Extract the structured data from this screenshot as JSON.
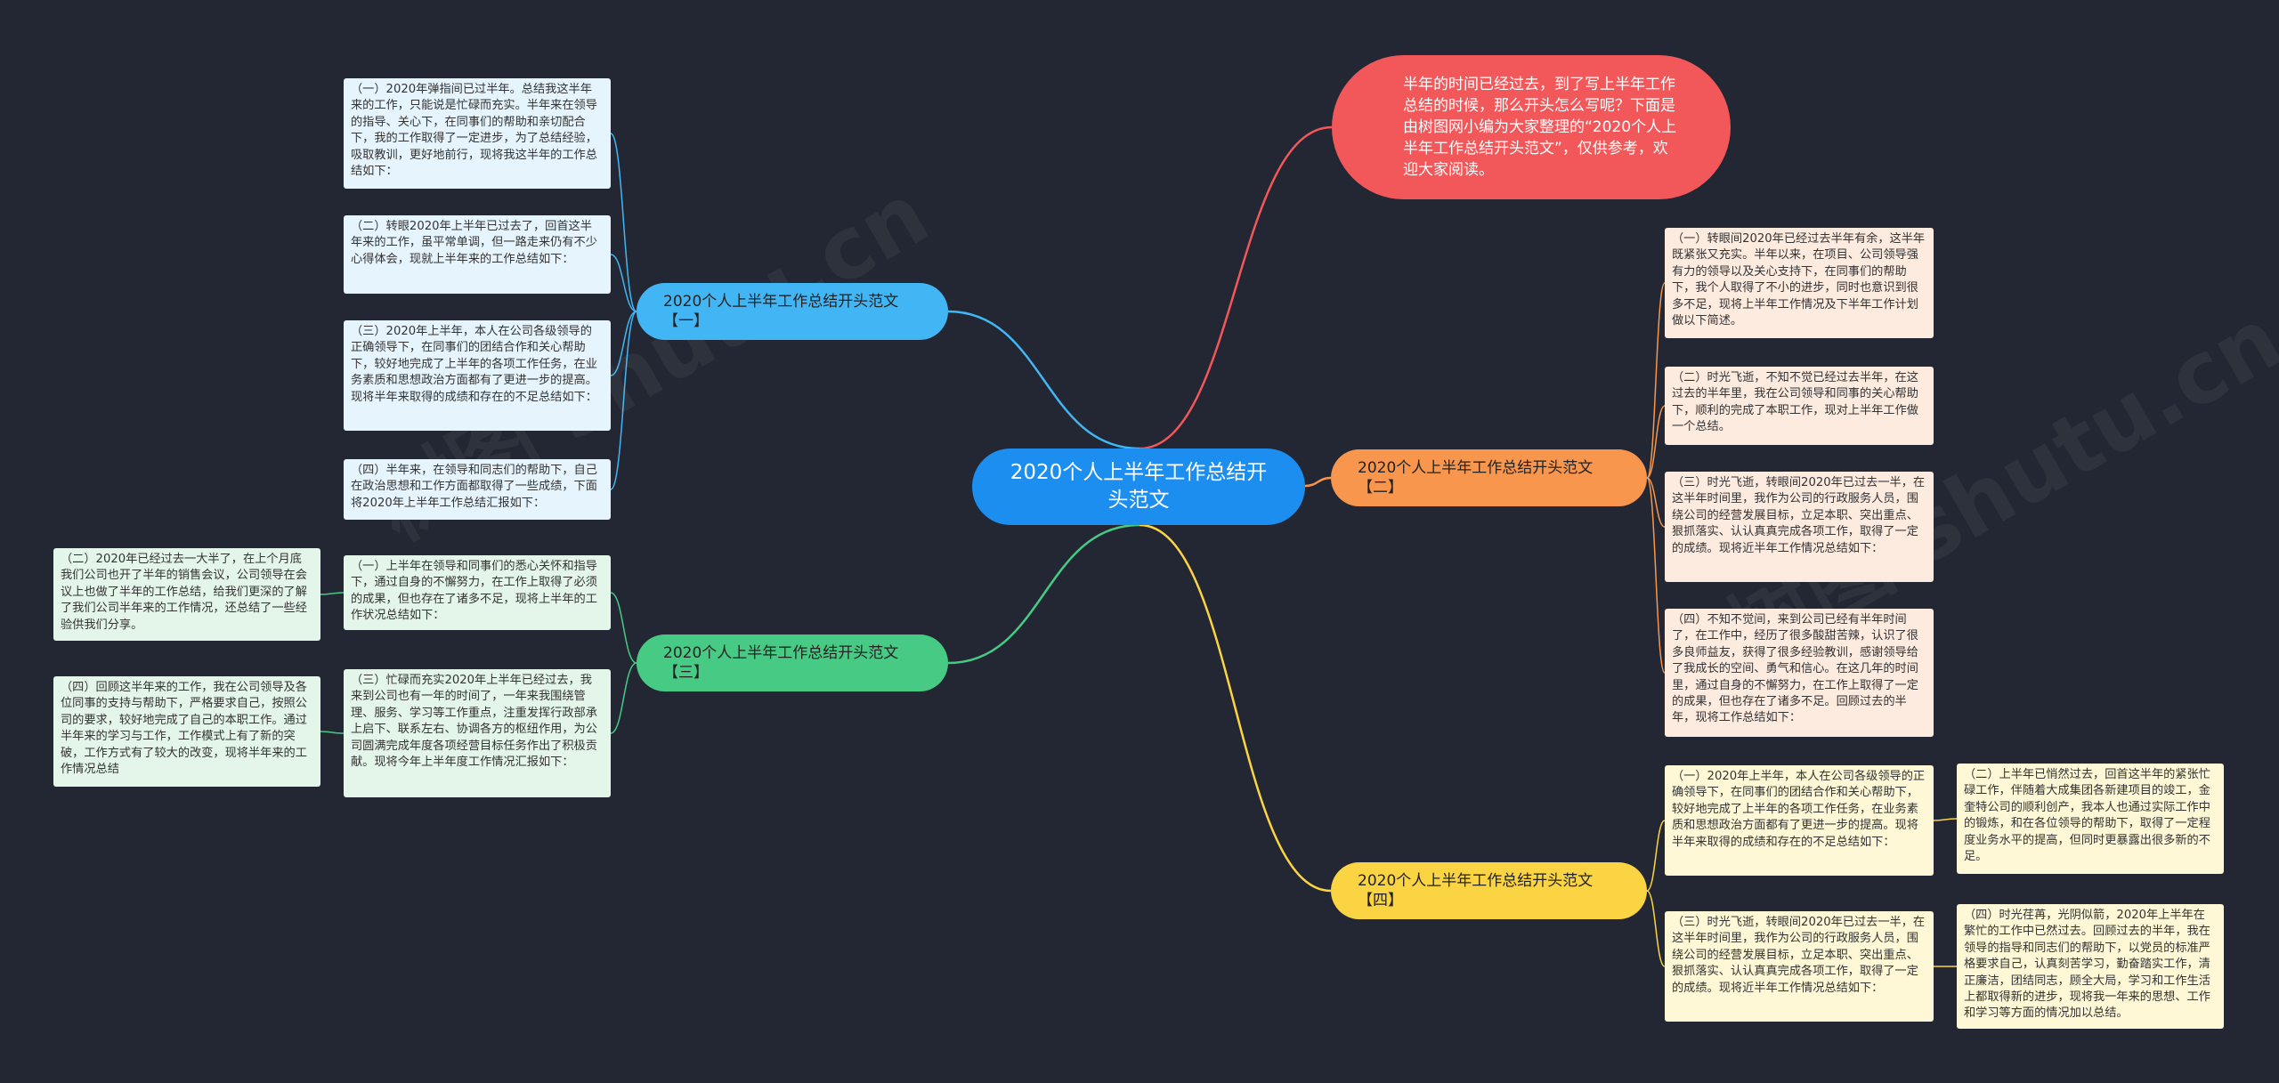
{
  "root": {
    "label": "2020个人上半年工作总结开头范文"
  },
  "intro": {
    "text": "半年的时间已经过去，到了写上半年工作总结的时候，那么开头怎么写呢？下面是由树图网小编为大家整理的“2020个人上半年工作总结开头范文”，仅供参考，欢迎大家阅读。"
  },
  "branches": [
    {
      "label": "2020个人上半年工作总结开头范文【一】"
    },
    {
      "label": "2020个人上半年工作总结开头范文【二】"
    },
    {
      "label": "2020个人上半年工作总结开头范文【三】"
    },
    {
      "label": "2020个人上半年工作总结开头范文【四】"
    }
  ],
  "leaves": {
    "b1": [
      "（一）2020年弹指间已过半年。总结我这半年来的工作，只能说是忙碌而充实。半年来在领导的指导、关心下，在同事们的帮助和亲切配合下，我的工作取得了一定进步，为了总结经验，吸取教训，更好地前行，现将我这半年的工作总结如下：",
      "（二）转眼2020年上半年已过去了，回首这半年来的工作，虽平常单调，但一路走来仍有不少心得体会，现就上半年来的工作总结如下：",
      "（三）2020年上半年，本人在公司各级领导的正确领导下，在同事们的团结合作和关心帮助下，较好地完成了上半年的各项工作任务，在业务素质和思想政治方面都有了更进一步的提高。现将半年来取得的成绩和存在的不足总结如下：",
      "（四）半年来，在领导和同志们的帮助下，自己在政治思想和工作方面都取得了一些成绩，下面将2020年上半年工作总结汇报如下："
    ],
    "b2": [
      "（一）转眼间2020年已经过去半年有余，这半年既紧张又充实。半年以来，在项目、公司领导强有力的领导以及关心支持下，在同事们的帮助下，我个人取得了不小的进步，同时也意识到很多不足，现将上半年工作情况及下半年工作计划做以下简述。",
      "（二）时光飞逝，不知不觉已经过去半年，在这过去的半年里，我在公司领导和同事的关心帮助下，顺利的完成了本职工作，现对上半年工作做一个总结。",
      "（三）时光飞逝，转眼间2020年已过去一半，在这半年时间里，我作为公司的行政服务人员，围绕公司的经营发展目标，立足本职、突出重点、狠抓落实、认认真真完成各项工作，取得了一定的成绩。现将近半年工作情况总结如下：",
      "（四）不知不觉间，来到公司已经有半年时间了，在工作中，经历了很多酸甜苦辣，认识了很多良师益友，获得了很多经验教训，感谢领导给了我成长的空间、勇气和信心。在这几年的时间里，通过自身的不懈努力，在工作上取得了一定的成果，但也存在了诸多不足。回顾过去的半年，现将工作总结如下："
    ],
    "b3": [
      "（一）上半年在领导和同事们的悉心关怀和指导下，通过自身的不懈努力，在工作上取得了必须的成果，但也存在了诸多不足，现将上半年的工作状况总结如下：",
      "（三）忙碌而充实2020年上半年已经过去，我来到公司也有一年的时间了，一年来我围绕管理、服务、学习等工作重点，注重发挥行政部承上启下、联系左右、协调各方的枢纽作用，为公司圆满完成年度各项经营目标任务作出了积极贡献。现将今年上半年度工作情况汇报如下："
    ],
    "b3outer": [
      "（二）2020年已经过去一大半了，在上个月底我们公司也开了半年的销售会议，公司领导在会议上也做了半年的工作总结，给我们更深的了解了我们公司半年来的工作情况，还总结了一些经验供我们分享。",
      "（四）回顾这半年来的工作，我在公司领导及各位同事的支持与帮助下，严格要求自己，按照公司的要求，较好地完成了自己的本职工作。通过半年来的学习与工作，工作模式上有了新的突破，工作方式有了较大的改变，现将半年来的工作情况总结"
    ],
    "b4": [
      "（一）2020年上半年，本人在公司各级领导的正确领导下，在同事们的团结合作和关心帮助下，较好地完成了上半年的各项工作任务，在业务素质和思想政治方面都有了更进一步的提高。现将半年来取得的成绩和存在的不足总结如下：",
      "（三）时光飞逝，转眼间2020年已过去一半，在这半年时间里，我作为公司的行政服务人员，围绕公司的经营发展目标，立足本职、突出重点、狠抓落实、认认真真完成各项工作，取得了一定的成绩。现将近半年工作情况总结如下："
    ],
    "b4outer": [
      "（二）上半年已悄然过去，回首这半年的紧张忙碌工作，伴随着大成集团各新建项目的竣工，金奎特公司的顺利创产，我本人也通过实际工作中的锻炼，和在各位领导的帮助下，取得了一定程度业务水平的提高，但同时更暴露出很多新的不足。",
      "（四）时光荏苒，光阴似箭，2020年上半年在繁忙的工作中已然过去。回顾过去的半年，我在领导的指导和同志们的帮助下，以党员的标准严格要求自己，认真刻苦学习，勤奋踏实工作，清正廉洁，团结同志，顾全大局，学习和工作生活上都取得新的进步，现将我一年来的思想、工作和学习等方面的情况加以总结。"
    ]
  },
  "colors": {
    "background": "#232733",
    "root": "#1b8ef0",
    "intro": "#f2575a",
    "branch1": "#42b6f4",
    "branch2": "#f7964c",
    "branch3": "#47ca84",
    "branch4": "#fbd443"
  }
}
